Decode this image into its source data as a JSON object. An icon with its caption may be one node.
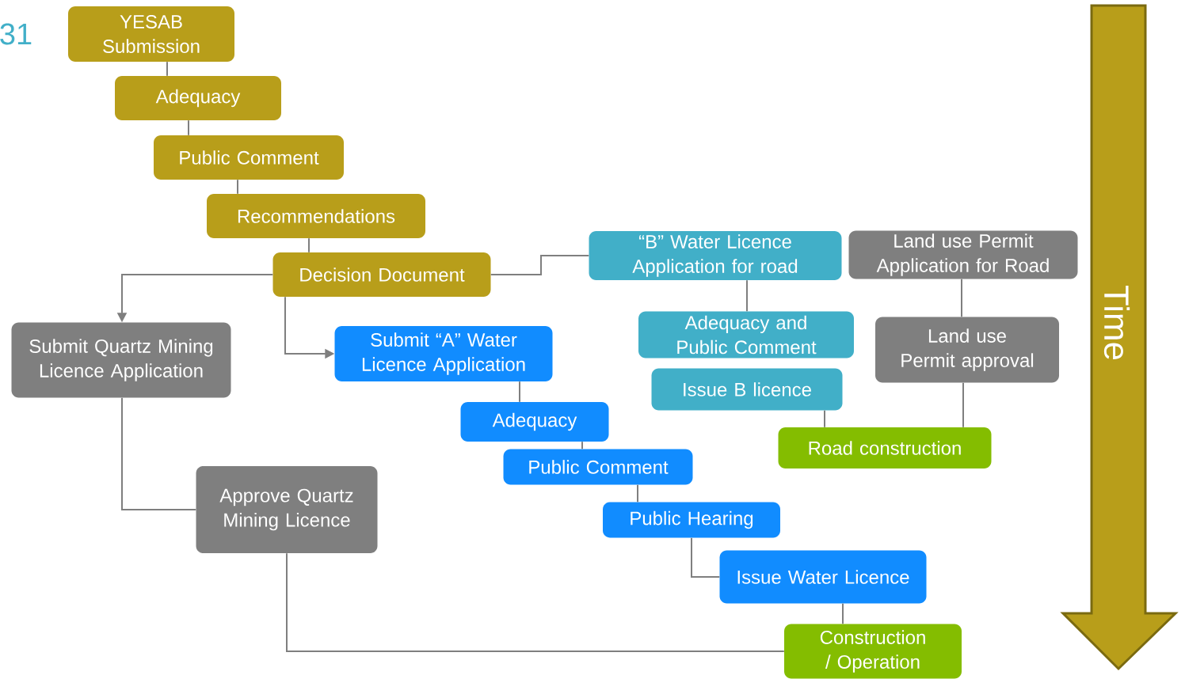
{
  "diagram": {
    "nodes": [
      {
        "text": [
          "YESAB Submission"
        ]
      },
      {
        "text": [
          "Adequacy"
        ]
      },
      {
        "text": [
          "Public Comment"
        ]
      },
      {
        "text": [
          "Recommendations"
        ]
      },
      {
        "text": [
          "Decision Document"
        ]
      },
      {
        "text": [
          "“B” Water Licence Application for road"
        ]
      },
      {
        "text": [
          "Land use Permit Application for Road"
        ]
      },
      {
        "text": [
          "Submit Quartz Mining Licence Application"
        ]
      },
      {
        "text": [
          "Submit “A” Water Licence Application"
        ]
      },
      {
        "text": [
          "Adequacy and Public Comment"
        ]
      },
      {
        "text": [
          "Land use Permit approval"
        ]
      },
      {
        "text": [
          "Issue B licence"
        ]
      },
      {
        "text": [
          "Adequacy"
        ]
      },
      {
        "text": [
          "Road construction"
        ]
      },
      {
        "text": [
          "Public Comment"
        ]
      },
      {
        "text": [
          "Approve Quartz Mining Licence"
        ]
      },
      {
        "text": [
          "Public Hearing"
        ]
      },
      {
        "text": [
          "Issue Water Licence"
        ]
      },
      {
        "text": [
          "Construction / Operation"
        ]
      },
      {
        "text": [
          "Time"
        ]
      }
    ],
    "edges": [
      {
        "from": 0,
        "to": 1,
        "arrow": "none"
      },
      {
        "from": 1,
        "to": 2,
        "arrow": "none"
      },
      {
        "from": 2,
        "to": 3,
        "arrow": "none"
      },
      {
        "from": 3,
        "to": 4,
        "arrow": "none"
      },
      {
        "from": 4,
        "to": 5,
        "arrow": "none"
      },
      {
        "from": 4,
        "to": 7,
        "arrow": "to"
      },
      {
        "from": 4,
        "to": 8,
        "arrow": "to"
      },
      {
        "from": 5,
        "to": 9,
        "arrow": "none"
      },
      {
        "from": 6,
        "to": 10,
        "arrow": "none"
      },
      {
        "from": 11,
        "to": 13,
        "arrow": "none"
      },
      {
        "from": 10,
        "to": 13,
        "arrow": "none"
      },
      {
        "from": 7,
        "to": 15,
        "arrow": "none"
      },
      {
        "from": 8,
        "to": 12,
        "arrow": "none"
      },
      {
        "from": 12,
        "to": 14,
        "arrow": "none"
      },
      {
        "from": 14,
        "to": 16,
        "arrow": "none"
      },
      {
        "from": 16,
        "to": 17,
        "arrow": "none"
      },
      {
        "from": 17,
        "to": 18,
        "arrow": "none"
      },
      {
        "from": 15,
        "to": 18,
        "arrow": "none"
      }
    ],
    "labels": [
      "31"
    ]
  }
}
